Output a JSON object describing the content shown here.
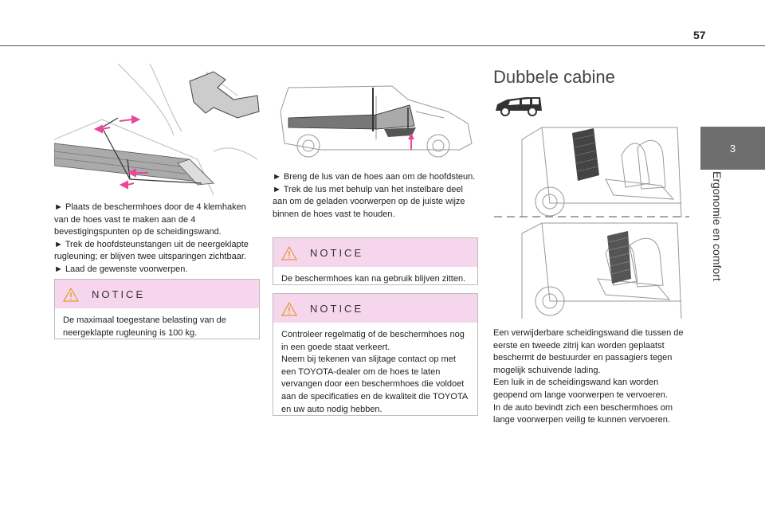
{
  "page_number": "57",
  "chapter": {
    "number": "3",
    "title": "Ergonomie en comfort"
  },
  "column1": {
    "steps": [
      "► Plaats de beschermhoes door de 4 klemhaken van de hoes vast te maken aan de 4 bevestigingspunten op de scheidingswand.",
      "► Trek de hoofdsteunstangen uit de neergeklapte rugleuning; er blijven twee uitsparingen zichtbaar.",
      "► Laad de gewenste voorwerpen."
    ],
    "notice": {
      "title": "NOTICE",
      "text": "De maximaal toegestane belasting van de neergeklapte rugleuning is 100 kg."
    }
  },
  "column2": {
    "steps": [
      "► Breng de lus van de hoes aan om de hoofdsteun.",
      "► Trek de lus met behulp van het instelbare deel aan om de geladen voorwerpen op de juiste wijze binnen de hoes vast te houden."
    ],
    "notice1": {
      "title": "NOTICE",
      "text": "De beschermhoes kan na gebruik blijven zitten."
    },
    "notice2": {
      "title": "NOTICE",
      "lines": [
        "Controleer regelmatig of de beschermhoes nog in een goede staat verkeert.",
        "Neem bij tekenen van slijtage contact op met een TOYOTA-dealer om de hoes te laten vervangen door een beschermhoes die voldoet aan de specificaties en de kwaliteit die TOYOTA en uw auto nodig hebben."
      ]
    }
  },
  "column3": {
    "section_title": "Dubbele cabine",
    "description": [
      "Een verwijderbare scheidingswand die tussen de eerste en tweede zitrij kan worden geplaatst beschermt de bestuurder en passagiers tegen mogelijk schuivende lading.",
      "Een luik in de scheidingswand kan worden geopend om lange voorwerpen te vervoeren.",
      "In de auto bevindt zich een beschermhoes om lange voorwerpen veilig te kunnen vervoeren."
    ]
  },
  "colors": {
    "notice_header": "#f6d6ec",
    "arrow": "#e8479a",
    "tab": "#6e6e6e"
  }
}
